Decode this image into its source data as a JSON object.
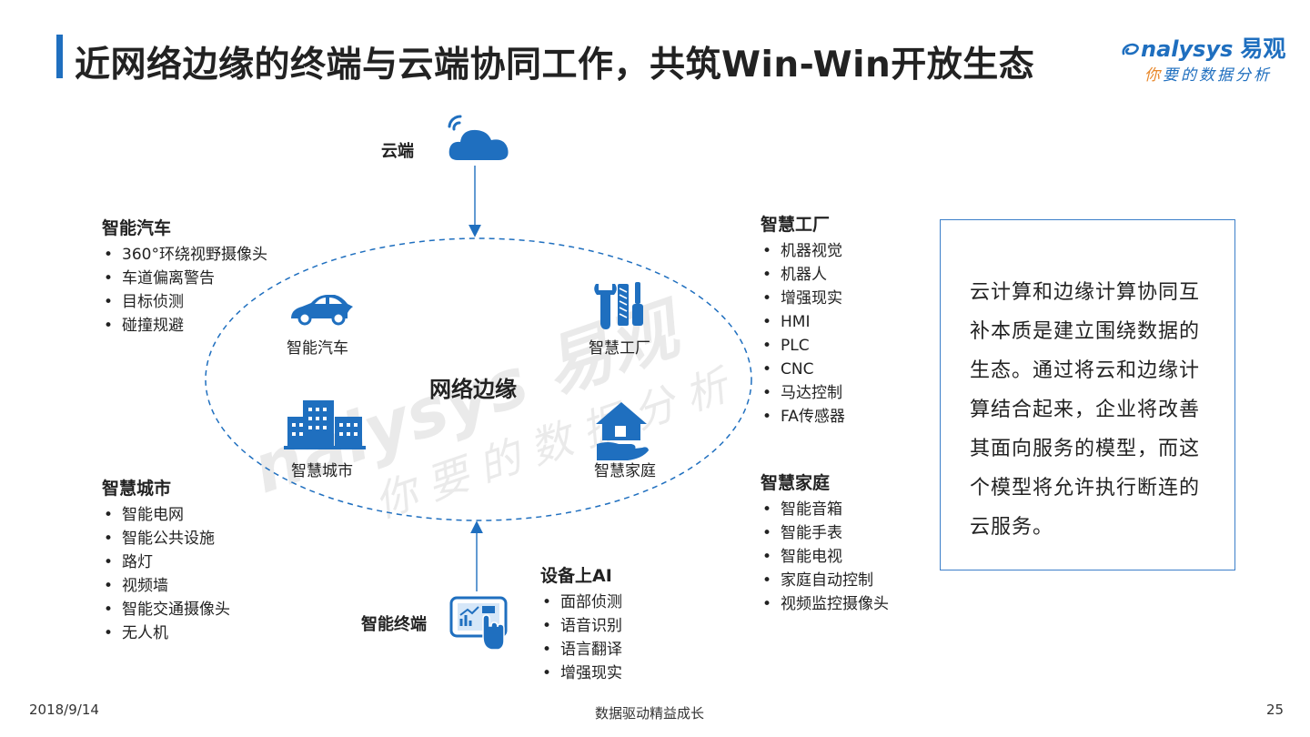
{
  "header": {
    "title": "近网络边缘的终端与云端协同工作，共筑Win-Win开放生态",
    "logo": {
      "brand": "nalysys",
      "brand_cn": "易观",
      "slogan_first": "你",
      "slogan_rest": "要的数据分析"
    }
  },
  "watermark": {
    "main": "nalysys 易观",
    "sub": "你要的数据分析"
  },
  "diagram": {
    "cloud_label": "云端",
    "center_label": "网络边缘",
    "terminal_label": "智能终端",
    "nodes": [
      {
        "label": "智能汽车",
        "icon": "car-icon"
      },
      {
        "label": "智慧工厂",
        "icon": "tools-icon"
      },
      {
        "label": "智慧城市",
        "icon": "buildings-icon"
      },
      {
        "label": "智慧家庭",
        "icon": "home-hand-icon"
      }
    ]
  },
  "groups": {
    "car": {
      "title": "智能汽车",
      "items": [
        "360°环绕视野摄像头",
        "车道偏离警告",
        "目标侦测",
        "碰撞规避"
      ]
    },
    "factory": {
      "title": "智慧工厂",
      "items": [
        "机器视觉",
        "机器人",
        "增强现实",
        "HMI",
        "PLC",
        "CNC",
        "马达控制",
        "FA传感器"
      ]
    },
    "city": {
      "title": "智慧城市",
      "items": [
        "智能电网",
        "智能公共设施",
        "路灯",
        "视频墙",
        "智能交通摄像头",
        "无人机"
      ]
    },
    "home": {
      "title": "智慧家庭",
      "items": [
        "智能音箱",
        "智能手表",
        "智能电视",
        "家庭自动控制",
        "视频监控摄像头"
      ]
    },
    "device_ai": {
      "title": "设备上AI",
      "items": [
        "面部侦测",
        "语音识别",
        "语言翻译",
        "增强现实"
      ]
    }
  },
  "description": "云计算和边缘计算协同互补本质是建立围绕数据的生态。通过将云和边缘计算结合起来，企业将改善其面向服务的模型，而这个模型将允许执行断连的云服务。",
  "footer": {
    "date": "2018/9/14",
    "center": "数据驱动精益成长",
    "page": "25"
  },
  "colors": {
    "accent": "#1f6fbf",
    "box_border": "#3b7ec9",
    "orange": "#e8872a"
  }
}
